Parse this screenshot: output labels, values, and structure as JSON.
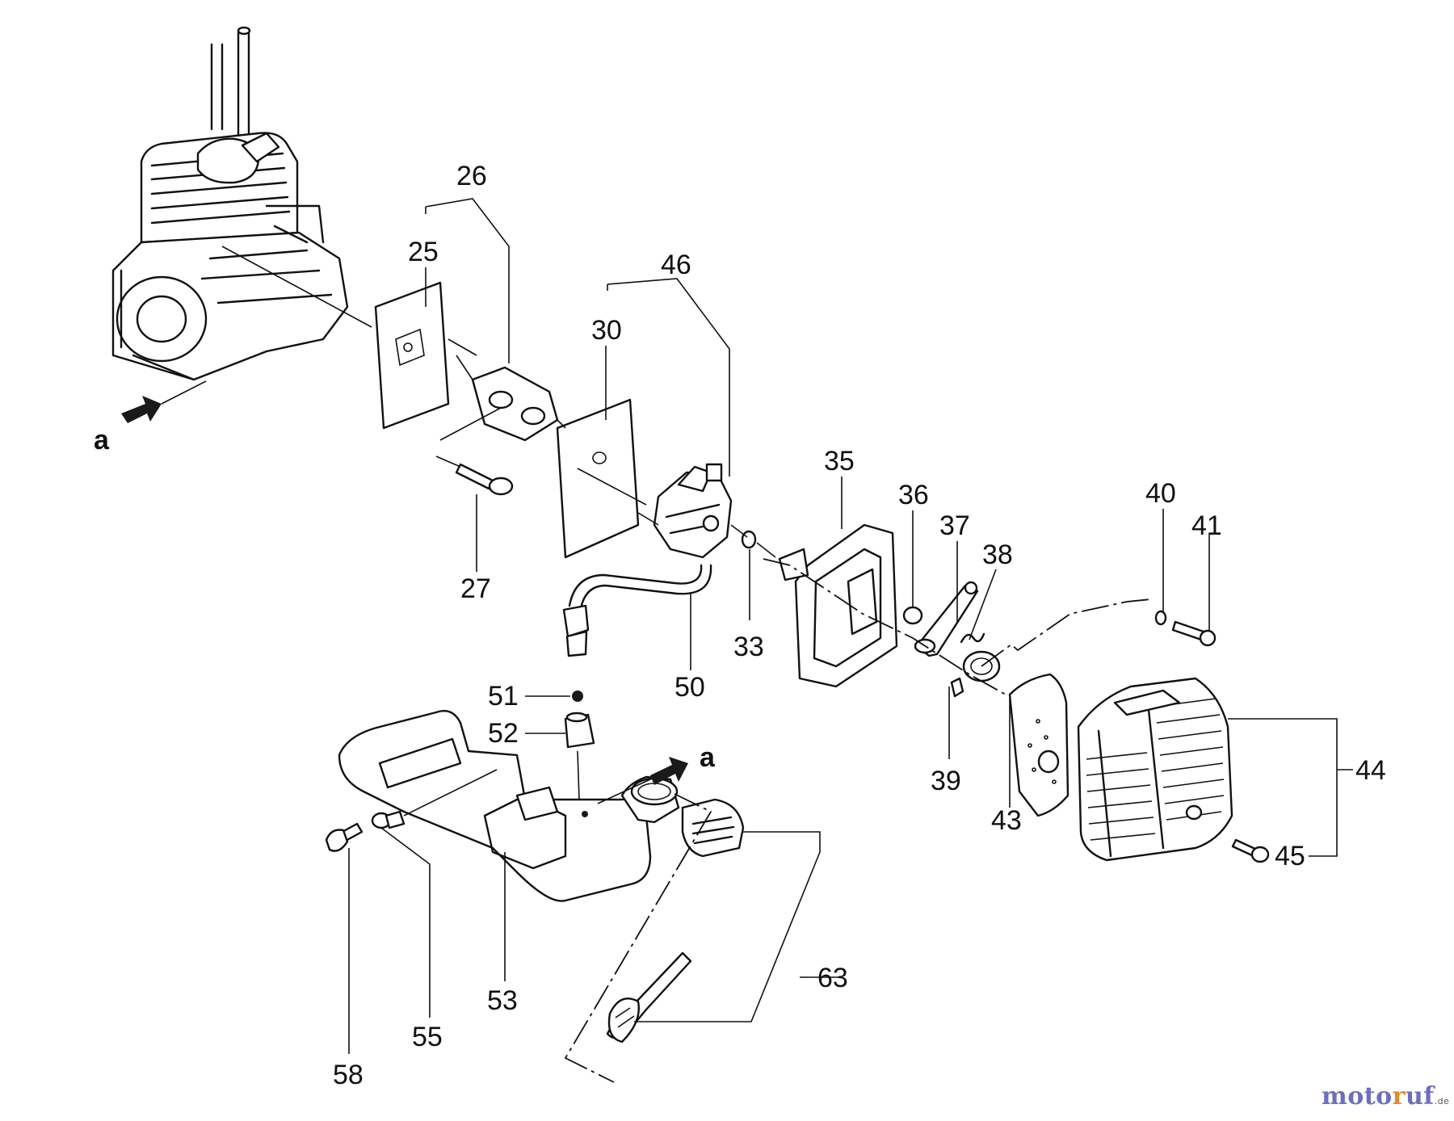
{
  "diagram": {
    "arrow_label": "a",
    "parts": [
      {
        "id": "p25",
        "label": "25"
      },
      {
        "id": "p26",
        "label": "26"
      },
      {
        "id": "p27",
        "label": "27"
      },
      {
        "id": "p30",
        "label": "30"
      },
      {
        "id": "p33",
        "label": "33"
      },
      {
        "id": "p35",
        "label": "35"
      },
      {
        "id": "p36",
        "label": "36"
      },
      {
        "id": "p37",
        "label": "37"
      },
      {
        "id": "p38",
        "label": "38"
      },
      {
        "id": "p39",
        "label": "39"
      },
      {
        "id": "p40",
        "label": "40"
      },
      {
        "id": "p41",
        "label": "41"
      },
      {
        "id": "p43",
        "label": "43"
      },
      {
        "id": "p44",
        "label": "44"
      },
      {
        "id": "p45",
        "label": "45"
      },
      {
        "id": "p46",
        "label": "46"
      },
      {
        "id": "p50",
        "label": "50"
      },
      {
        "id": "p51",
        "label": "51"
      },
      {
        "id": "p52",
        "label": "52"
      },
      {
        "id": "p53",
        "label": "53"
      },
      {
        "id": "p55",
        "label": "55"
      },
      {
        "id": "p58",
        "label": "58"
      },
      {
        "id": "p63",
        "label": "63"
      }
    ]
  },
  "watermark": {
    "part1": "moto",
    "part2": "r",
    "part3": "uf",
    "tld": ".de"
  }
}
